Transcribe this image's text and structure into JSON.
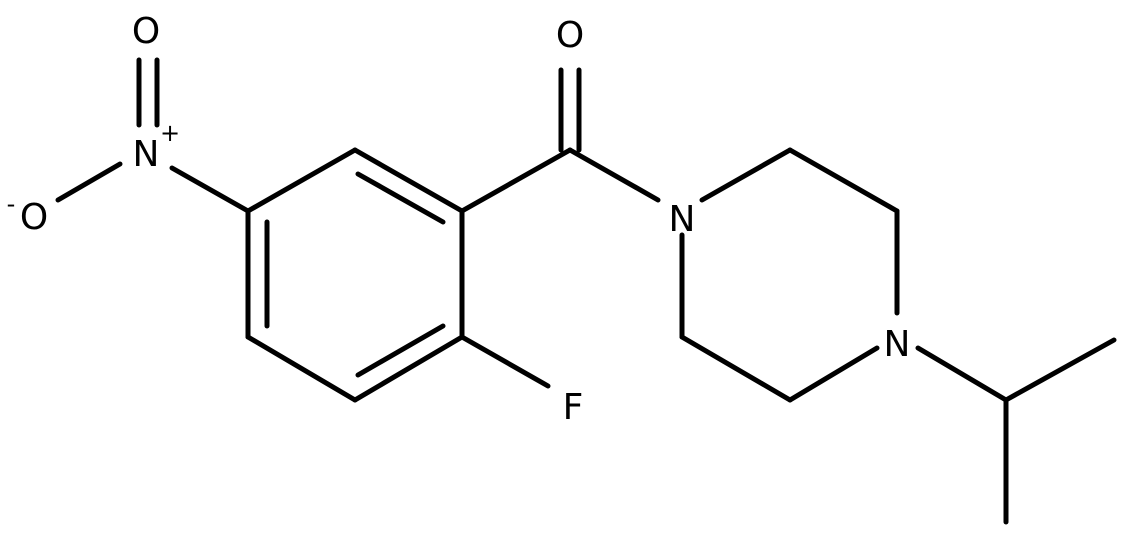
{
  "atoms": {
    "o_top": "O",
    "o_nitro": "O",
    "n_nitro": "N",
    "o_minus": "O",
    "f": "F",
    "n1": "N",
    "n4": "N"
  },
  "charges": {
    "n_nitro": "+",
    "o_minus": "-"
  },
  "colors": {
    "ink": "#000000",
    "background": "#ffffff"
  }
}
